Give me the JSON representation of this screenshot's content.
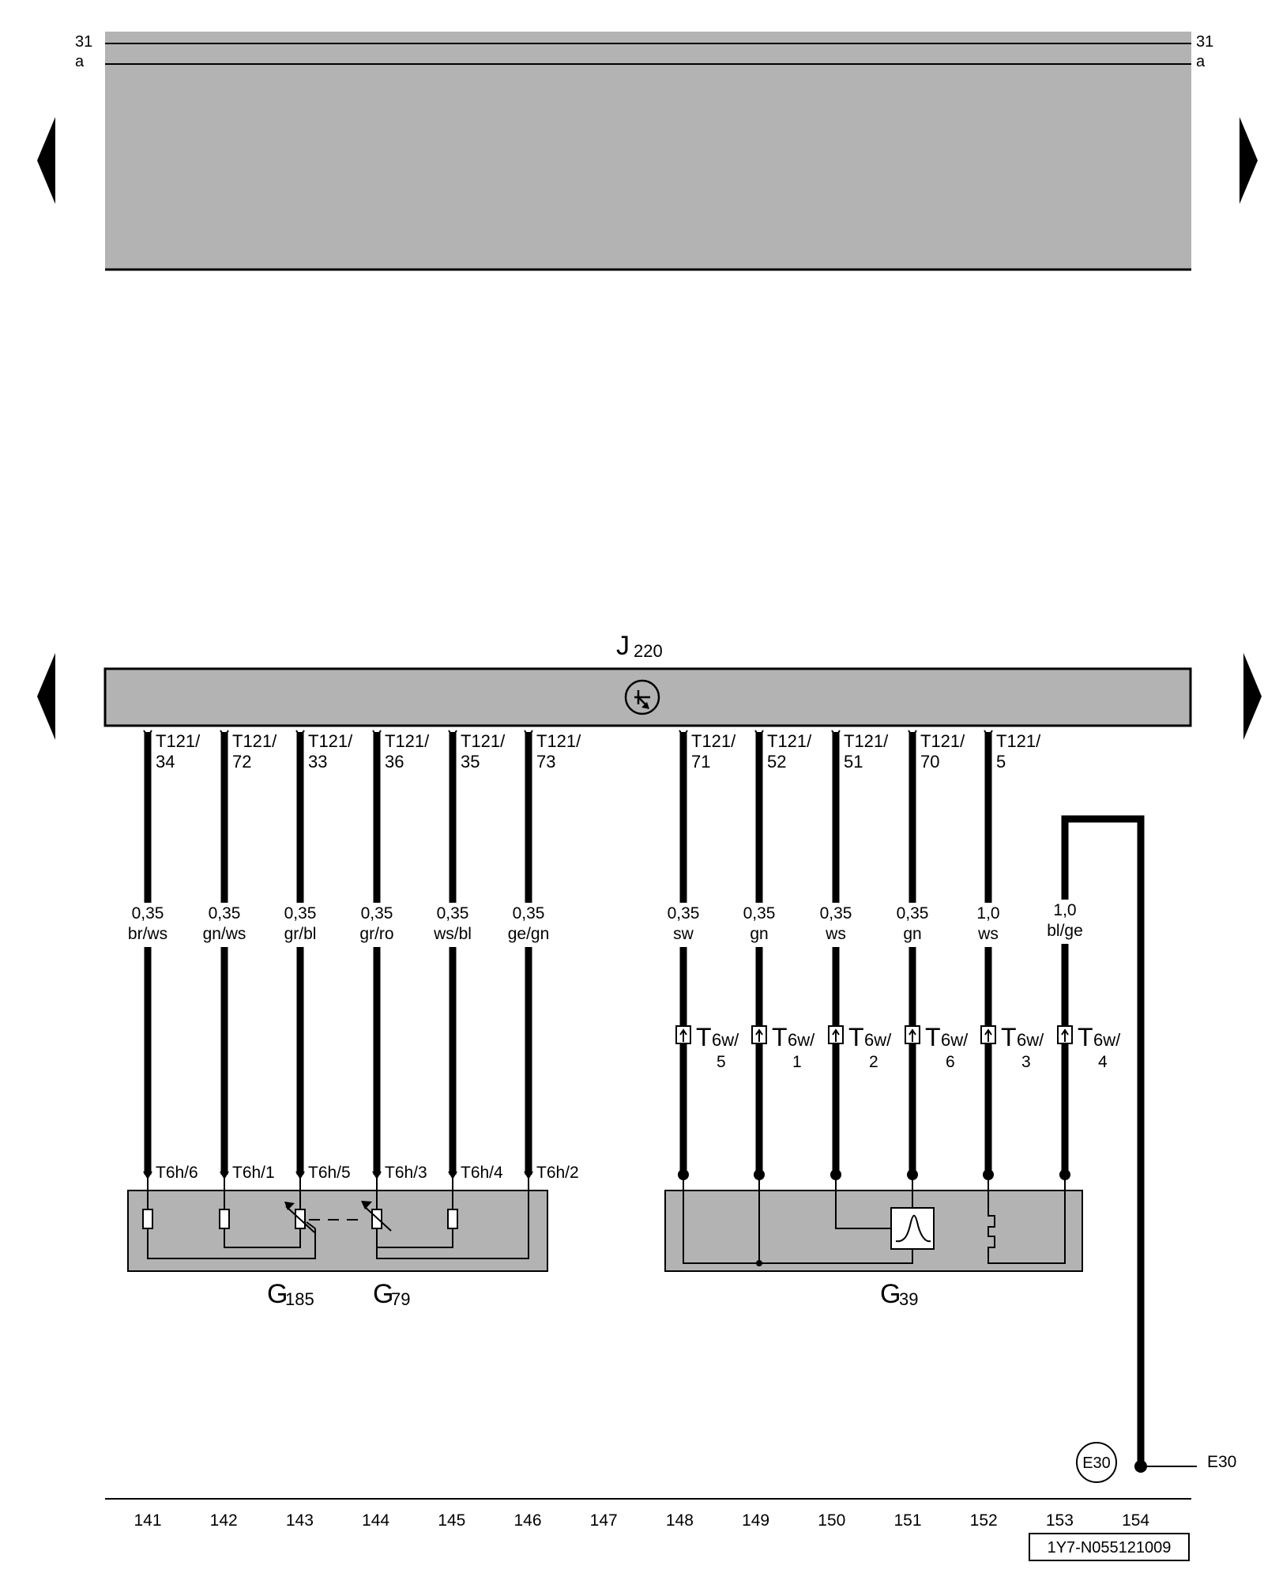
{
  "rails": {
    "rail_31": "31",
    "rail_a": "a"
  },
  "control_unit": {
    "letter": "J",
    "sub": "220",
    "icon": "transistor-icon"
  },
  "ecu_pins": [
    {
      "top": "T121/",
      "bottom": "34"
    },
    {
      "top": "T121/",
      "bottom": "72"
    },
    {
      "top": "T121/",
      "bottom": "33"
    },
    {
      "top": "T121/",
      "bottom": "36"
    },
    {
      "top": "T121/",
      "bottom": "35"
    },
    {
      "top": "T121/",
      "bottom": "73"
    },
    {
      "top": "T121/",
      "bottom": "71"
    },
    {
      "top": "T121/",
      "bottom": "52"
    },
    {
      "top": "T121/",
      "bottom": "51"
    },
    {
      "top": "T121/",
      "bottom": "70"
    },
    {
      "top": "T121/",
      "bottom": "5"
    }
  ],
  "wires": [
    {
      "size": "0,35",
      "color": "br/ws"
    },
    {
      "size": "0,35",
      "color": "gn/ws"
    },
    {
      "size": "0,35",
      "color": "gr/bl"
    },
    {
      "size": "0,35",
      "color": "gr/ro"
    },
    {
      "size": "0,35",
      "color": "ws/bl"
    },
    {
      "size": "0,35",
      "color": "ge/gn"
    },
    {
      "size": "0,35",
      "color": "sw"
    },
    {
      "size": "0,35",
      "color": "gn"
    },
    {
      "size": "0,35",
      "color": "ws"
    },
    {
      "size": "0,35",
      "color": "gn"
    },
    {
      "size": "1,0",
      "color": "ws"
    },
    {
      "size": "1,0",
      "color": "bl/ge"
    }
  ],
  "t6w_connectors": [
    {
      "main": "T",
      "sub": "6w/",
      "pin": "5"
    },
    {
      "main": "T",
      "sub": "6w/",
      "pin": "1"
    },
    {
      "main": "T",
      "sub": "6w/",
      "pin": "2"
    },
    {
      "main": "T",
      "sub": "6w/",
      "pin": "6"
    },
    {
      "main": "T",
      "sub": "6w/",
      "pin": "3"
    },
    {
      "main": "T",
      "sub": "6w/",
      "pin": "4"
    }
  ],
  "t6h_pins": [
    "T6h/6",
    "T6h/1",
    "T6h/5",
    "T6h/3",
    "T6h/4",
    "T6h/2"
  ],
  "components": {
    "g185": {
      "letter": "G",
      "sub": "185"
    },
    "g79": {
      "letter": "G",
      "sub": "79"
    },
    "g39": {
      "letter": "G",
      "sub": "39"
    }
  },
  "ground": {
    "circle_label": "E30",
    "line_label": "E30"
  },
  "track_numbers": [
    "141",
    "142",
    "143",
    "144",
    "145",
    "146",
    "147",
    "148",
    "149",
    "150",
    "151",
    "152",
    "153",
    "154"
  ],
  "doc_id": "1Y7-N055121009"
}
